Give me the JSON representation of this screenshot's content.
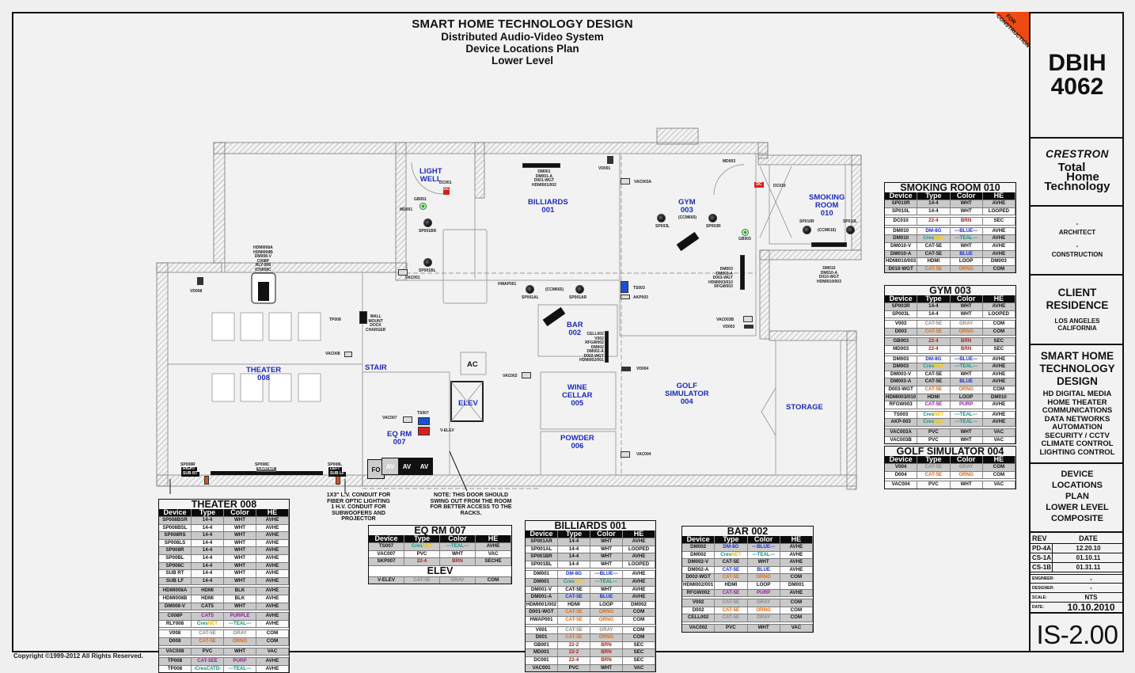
{
  "title": {
    "main": "SMART HOME TECHNOLOGY DESIGN",
    "line2": "Distributed Audio-Video System",
    "line3": "Device Locations Plan",
    "line4": "Lower Level"
  },
  "stamp": {
    "line1": "FOR",
    "line2": "CONSTRUCTION",
    "color": "#ee4b14"
  },
  "copyright": "Copyright ©1999-2012 All Rights Reserved.",
  "title_block": {
    "project_code_1": "DBIH",
    "project_code_2": "4062",
    "brand": "CRESTRON",
    "tagline": [
      "Total",
      "Home",
      "Technology"
    ],
    "architect_value": "-",
    "architect_label": "ARCHITECT",
    "construction_value": "-",
    "construction_label": "CONSTRUCTION",
    "client_1": "CLIENT",
    "client_2": "RESIDENCE",
    "location_1": "LOS ANGELES",
    "location_2": "CALIFORNIA",
    "firm": [
      "SMART HOME",
      "TECHNOLOGY",
      "DESIGN"
    ],
    "services": [
      "HD DIGITAL MEDIA",
      "HOME THEATER",
      "COMMUNICATIONS",
      "DATA NETWORKS",
      "AUTOMATION",
      "SECURITY / CCTV",
      "CLIMATE CONTROL",
      "LIGHTING CONTROL"
    ],
    "drawing_title": [
      "DEVICE",
      "LOCATIONS",
      "PLAN",
      "LOWER LEVEL",
      "COMPOSITE"
    ],
    "rev_header": {
      "rev": "REV",
      "date": "DATE"
    },
    "revisions": [
      {
        "rev": "PD-4A",
        "date": "12.20.10"
      },
      {
        "rev": "CS-1A",
        "date": "01.10.11"
      },
      {
        "rev": "CS-1B",
        "date": "01.31.11"
      }
    ],
    "engineer_label": "ENGINEER:",
    "engineer": "-",
    "designer_label": "DESIGNER:",
    "designer": "-",
    "scale_label": "SCALE:",
    "scale": "NTS",
    "date_label": "DATE:",
    "date": "10.10.2010",
    "sheet_number": "IS-2.00"
  },
  "rooms": {
    "light_well": [
      "LIGHT",
      "WELL"
    ],
    "billiards": [
      "BILLIARDS",
      "001"
    ],
    "gym": [
      "GYM",
      "003"
    ],
    "smoking": [
      "SMOKING",
      "ROOM",
      "010"
    ],
    "theater": [
      "THEATER",
      "008"
    ],
    "stair": [
      "STAIR"
    ],
    "bar": [
      "BAR",
      "002"
    ],
    "ac": [
      "AC"
    ],
    "elev": [
      "ELEV"
    ],
    "wine": [
      "WINE",
      "CELLAR",
      "005"
    ],
    "golf": [
      "GOLF",
      "SIMULATOR",
      "004"
    ],
    "storage": [
      "STORAGE"
    ],
    "eqrm": [
      "EQ RM",
      "007"
    ],
    "powder": [
      "POWDER",
      "006"
    ]
  },
  "notes": {
    "conduit": [
      "1X3\" L.V. CONDUIT FOR",
      "FIBER OPTIC LIGHTING",
      "1 H.V. CONDUIT FOR",
      "SUBWOOFERS AND",
      "PROJECTOR"
    ],
    "door": [
      "NOTE: THIS DOOR SHOULD",
      "SWING OUT FROM THE ROOM",
      "FOR BETTER ACCESS TO THE",
      "RACKS."
    ],
    "dock": [
      "WALL",
      "MOUNT",
      "DOCK",
      "CHARGER"
    ]
  },
  "racks": {
    "fo": "FO",
    "av1": "AV",
    "av2": "AV",
    "av3": "AV"
  },
  "device_labels": {
    "dc001": "DC001",
    "gb001": "GB001",
    "md001": "MD001",
    "sp001br": "SP001BR",
    "sp001bl": "SP001BL",
    "vac001": "VAC001",
    "billiards_stack": [
      "DM001",
      "DM001-A",
      "D001-WGT",
      "HDMI001/002"
    ],
    "vd001": "VD001",
    "hwap001": "HWAP001",
    "sp001al": "SP001AL",
    "sp001ar": "SP001AR",
    "ccm665a": "(CCM665)",
    "vac003a": "VAC003A",
    "md003": "MD003",
    "dc010": "DC010",
    "sp003l": "SP003L",
    "sp003r": "SP003R",
    "ccm665b": "(CCM665)",
    "gb003": "GB003",
    "sp010r": "SP010R",
    "sp010l": "SP010L",
    "ccm616": "(CCM616)",
    "gym_stack": [
      "DM003",
      "DM003-A",
      "D003-WGT",
      "HDMI003/010",
      "RFGW003"
    ],
    "smoking_stack": [
      "DM010",
      "DM010-A",
      "D010-WGT",
      "HDMI010/003"
    ],
    "ts003": "TS003",
    "akp003": "AKP003",
    "vac003b": "VAC003B",
    "vd003": "VD003",
    "theater_stack": [
      "HDMI008A",
      "HDMI008B",
      "DM008-V",
      "C008P",
      "RLY-008",
      "ICN008C"
    ],
    "vd008": "VD008",
    "tp008": "TP008",
    "vac008": "VAC008",
    "sp008bsr": "SP008BSR",
    "sp008bsl": "SP008BSL",
    "sp008rs": "SP008RS",
    "sp008ls": "SP008LS",
    "sp008r": "SP008R",
    "sp008c": "SP008C",
    "sp008l": "SP008L",
    "right": "RIGHT",
    "center": "CENTER",
    "left": "LEFT",
    "sub_rt": "SUB RT",
    "sub_lf": "SUB LF",
    "bar_stack": [
      "CELL002",
      "V002",
      "RFGW002",
      "DM002",
      "DM002-A",
      "D002-WGT",
      "HDMI002/001"
    ],
    "vac002": "VAC002",
    "vd004": "VD004",
    "vac004": "VAC004",
    "vac007": "VAC007",
    "ts007": "TS007",
    "velev": "V-ELEV"
  },
  "tables": {
    "headers": [
      "Device",
      "Type",
      "Color",
      "HE"
    ],
    "smoking_room_010": {
      "title": "SMOKING ROOM 010",
      "groups": [
        [
          [
            "SP010R",
            "14-4",
            "WHT",
            "AVHE"
          ],
          [
            "SP010L",
            "14-4",
            "WHT",
            "LOOPED"
          ]
        ],
        [
          [
            "DC010",
            "22-4",
            "BRN",
            "SEC"
          ]
        ],
        [
          [
            "DM010",
            "DM-8G",
            "---BLUE---",
            "AVHE"
          ],
          [
            "DM010",
            "CresNET",
            "---TEAL---",
            "AVHE"
          ],
          [
            "DM010-V",
            "CAT-5E",
            "WHT",
            "AVHE"
          ],
          [
            "DM010-A",
            "CAT-5E",
            "BLUE",
            "AVHE"
          ],
          [
            "HDMI010/003",
            "HDMI",
            "LOOP",
            "DM003"
          ],
          [
            "D010-WGT",
            "CAT-5E",
            "ORNG",
            "COM"
          ]
        ]
      ]
    },
    "gym_003": {
      "title": "GYM 003",
      "groups": [
        [
          [
            "SP003R",
            "14-4",
            "WHT",
            "AVHE"
          ],
          [
            "SP003L",
            "14-4",
            "WHT",
            "LOOPED"
          ]
        ],
        [
          [
            "V003",
            "CAT-5E",
            "GRAY",
            "COM"
          ],
          [
            "D003",
            "CAT-5E",
            "ORNG",
            "COM"
          ]
        ],
        [
          [
            "GB003",
            "22-4",
            "BRN",
            "SEC"
          ],
          [
            "MD003",
            "22-4",
            "BRN",
            "SEC"
          ]
        ],
        [
          [
            "DM003",
            "DM-8G",
            "---BLUE---",
            "AVHE"
          ],
          [
            "DM003",
            "CresNET",
            "---TEAL---",
            "AVHE"
          ],
          [
            "DM003-V",
            "CAT-5E",
            "WHT",
            "AVHE"
          ],
          [
            "DM003-A",
            "CAT-5E",
            "BLUE",
            "AVHE"
          ],
          [
            "D003-WGT",
            "CAT-5E",
            "ORNG",
            "COM"
          ],
          [
            "HDMI003/010",
            "HDMI",
            "LOOP",
            "DM010"
          ],
          [
            "RFGW003",
            "CAT-5E",
            "PURP",
            "AVHE"
          ]
        ],
        [
          [
            "TS003",
            "CresNET",
            "---TEAL---",
            "AVHE"
          ],
          [
            "AKP-003",
            "CresNET",
            "---TEAL---",
            "AVHE"
          ]
        ],
        [
          [
            "VAC003A",
            "PVC",
            "WHT",
            "VAC"
          ],
          [
            "VAC003B",
            "PVC",
            "WHT",
            "VAC"
          ]
        ]
      ]
    },
    "golf_simulator_004": {
      "title": "GOLF SIMULATOR 004",
      "groups": [
        [
          [
            "V004",
            "CAT-5E",
            "GRAY",
            "COM"
          ],
          [
            "D004",
            "CAT-5E",
            "ORNG",
            "COM"
          ]
        ],
        [
          [
            "VAC004",
            "PVC",
            "WHT",
            "VAC"
          ]
        ]
      ]
    },
    "theater_008": {
      "title": "THEATER 008",
      "groups": [
        [
          [
            "SP008BSR",
            "14-4",
            "WHT",
            "AVHE"
          ],
          [
            "SP008BSL",
            "14-4",
            "WHT",
            "AVHE"
          ],
          [
            "SP008RS",
            "14-4",
            "WHT",
            "AVHE"
          ],
          [
            "SP008LS",
            "14-4",
            "WHT",
            "AVHE"
          ],
          [
            "SP008R",
            "14-4",
            "WHT",
            "AVHE"
          ],
          [
            "SP00BL",
            "14-4",
            "WHT",
            "AVHE"
          ],
          [
            "SP008C",
            "14-4",
            "WHT",
            "AVHE"
          ],
          [
            "SUB RT",
            "14-4",
            "WHT",
            "AVHE"
          ],
          [
            "SUB LF",
            "14-4",
            "WHT",
            "AVHE"
          ]
        ],
        [
          [
            "HDMI008A",
            "HDMI",
            "BLK",
            "AVHE"
          ],
          [
            "HDMI008B",
            "HDMI",
            "BLK",
            "AVHE"
          ],
          [
            "DM008-V",
            "CAT5",
            "WHT",
            "AVHE"
          ]
        ],
        [
          [
            "C008P",
            "CAT5",
            "PURPLE",
            "AVHE"
          ],
          [
            "RLY008",
            "CresNET",
            "---TEAL---",
            "AVHE"
          ]
        ],
        [
          [
            "V008",
            "CAT-5E",
            "GRAY",
            "COM"
          ],
          [
            "D008",
            "CAT-5E",
            "ORNG",
            "COM"
          ]
        ],
        [
          [
            "VAC008",
            "PVC",
            "WHT",
            "VAC"
          ]
        ],
        [
          [
            "TP008",
            "CAT-5EE",
            "PURP",
            "AVHE"
          ],
          [
            "TP008",
            "-CresCATD-",
            "---TEAL---",
            "AVHE"
          ]
        ]
      ]
    },
    "eq_rm_007": {
      "title": "EQ RM 007",
      "groups": [
        [
          [
            "TS007",
            "CresNET",
            "---TEAL---",
            "AVHE"
          ],
          [
            "VAC007",
            "PVC",
            "WHT",
            "VAC"
          ],
          [
            "SKP007",
            "22-4",
            "BRN",
            "SECHE"
          ]
        ]
      ],
      "sub_title": "ELEV",
      "sub_rows": [
        [
          "V-ELEV",
          "CAT-5E",
          "GRAY",
          "COM"
        ]
      ]
    },
    "billiards_001": {
      "title": "BILLIARDS 001",
      "groups": [
        [
          [
            "SP001AR",
            "14-4",
            "WHT",
            "AVHE"
          ],
          [
            "SP001AL",
            "14-4",
            "WHT",
            "LOOPED"
          ],
          [
            "SP001BR",
            "14-4",
            "WHT",
            "AVHE"
          ],
          [
            "SP001BL",
            "14-4",
            "WHT",
            "LOOPED"
          ]
        ],
        [
          [
            "DM001",
            "DM-8G",
            "---BLUE---",
            "AVHE"
          ],
          [
            "DM001",
            "CresNET",
            "---TEAL---",
            "AVHE"
          ],
          [
            "DM001-V",
            "CAT-5E",
            "WHT",
            "AVHE"
          ],
          [
            "DM001-A",
            "CAT-5E",
            "BLUE",
            "AVHE"
          ],
          [
            "HDMI001/002",
            "HDMI",
            "LOOP",
            "DM002"
          ],
          [
            "D001-WGT",
            "CAT-5E",
            "ORNG",
            "COM"
          ],
          [
            "HWAP001",
            "CAT-5E",
            "ORNG",
            "COM"
          ]
        ],
        [
          [
            "V001",
            "CAT-5E",
            "GRAY",
            "COM"
          ],
          [
            "D001",
            "CAT-5E",
            "ORNG",
            "COM"
          ],
          [
            "GB001",
            "22-2",
            "BRN",
            "SEC"
          ],
          [
            "MD001",
            "22-2",
            "BRN",
            "SEC"
          ],
          [
            "DC001",
            "22-4",
            "BRN",
            "SEC"
          ],
          [
            "VAC001",
            "PVC",
            "WHT",
            "VAC"
          ]
        ]
      ]
    },
    "bar_002": {
      "title": "BAR 002",
      "groups": [
        [
          [
            "DM002",
            "DM-8G",
            "---BLUE---",
            "AVHE"
          ],
          [
            "DM002",
            "CresNET",
            "---TEAL---",
            "AVHE"
          ],
          [
            "DM002-V",
            "CAT-5E",
            "WHT",
            "AVHE"
          ],
          [
            "DM002-A",
            "CAT-5E",
            "BLUE",
            "AVHE"
          ],
          [
            "D002-WGT",
            "CAT-5E",
            "ORNG",
            "COM"
          ],
          [
            "HDMI002/001",
            "HDMI",
            "LOOP",
            "DM001"
          ],
          [
            "RFGW002",
            "CAT-5E",
            "PURP",
            "AVHE"
          ]
        ],
        [
          [
            "V002",
            "CAT-5E",
            "GRAY",
            "COM"
          ],
          [
            "D002",
            "CAT-5E",
            "ORNG",
            "COM"
          ],
          [
            "CELL002",
            "CAT-5E",
            "GRAY",
            "COM"
          ]
        ],
        [
          [
            "VAC002",
            "PVC",
            "WHT",
            "VAC"
          ]
        ]
      ]
    }
  },
  "colors": {
    "room_label": "#1c2bb8",
    "blue": "#1a2fd8",
    "teal": "#138f86",
    "orange": "#e06a12",
    "brown": "#a1231b",
    "gray": "#8a8a8a",
    "purple": "#8a1f9c",
    "yellow": "#f2c400",
    "stamp": "#ee4b14"
  }
}
